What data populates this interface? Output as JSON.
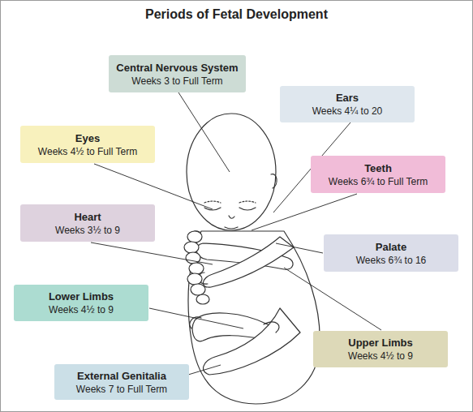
{
  "diagram": {
    "title": "Periods of Fetal Development",
    "nodes": [
      {
        "text": [
          "Central Nervous System",
          "Weeks 3 to Full Term"
        ]
      },
      {
        "text": [
          "Ears",
          "Weeks 4¼ to 20"
        ]
      },
      {
        "text": [
          "Eyes",
          "Weeks 4½ to Full Term"
        ]
      },
      {
        "text": [
          "Teeth",
          "Weeks 6¾ to Full Term"
        ]
      },
      {
        "text": [
          "Heart",
          "Weeks 3½ to 9"
        ]
      },
      {
        "text": [
          "Palate",
          "Weeks 6¾ to 16"
        ]
      },
      {
        "text": [
          "Lower Limbs",
          "Weeks 4½ to 9"
        ]
      },
      {
        "text": [
          "Upper Limbs",
          "Weeks 4½ to 9"
        ]
      },
      {
        "text": [
          "External Genitalia",
          "Weeks 7 to Full Term"
        ]
      }
    ]
  }
}
